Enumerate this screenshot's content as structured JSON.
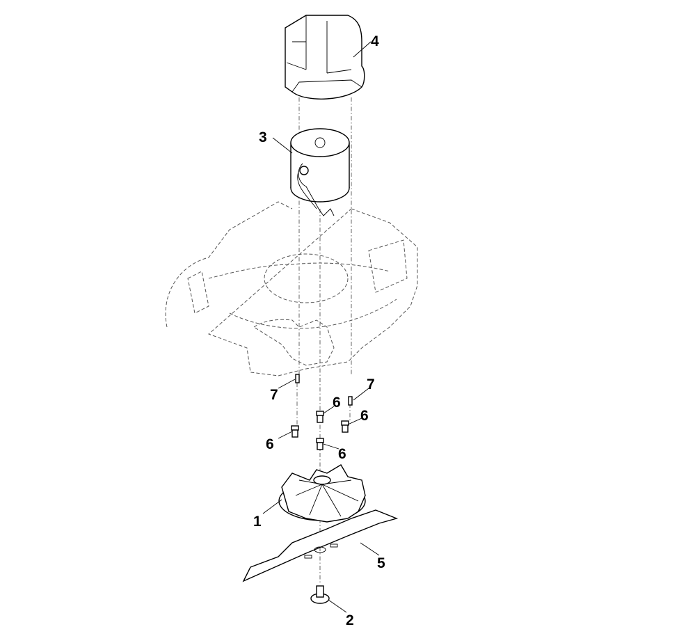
{
  "diagram": {
    "type": "exploded-parts-diagram",
    "callouts": [
      {
        "id": "motor-cover",
        "number": "4"
      },
      {
        "id": "motor",
        "number": "3"
      },
      {
        "id": "screw-left",
        "number": "7"
      },
      {
        "id": "screw-right",
        "number": "7"
      },
      {
        "id": "bolt-top-center",
        "number": "6"
      },
      {
        "id": "bolt-right",
        "number": "6"
      },
      {
        "id": "bolt-left",
        "number": "6"
      },
      {
        "id": "bolt-bottom-center",
        "number": "6"
      },
      {
        "id": "fan",
        "number": "1"
      },
      {
        "id": "blade",
        "number": "5"
      },
      {
        "id": "blade-bolt",
        "number": "2"
      }
    ]
  }
}
